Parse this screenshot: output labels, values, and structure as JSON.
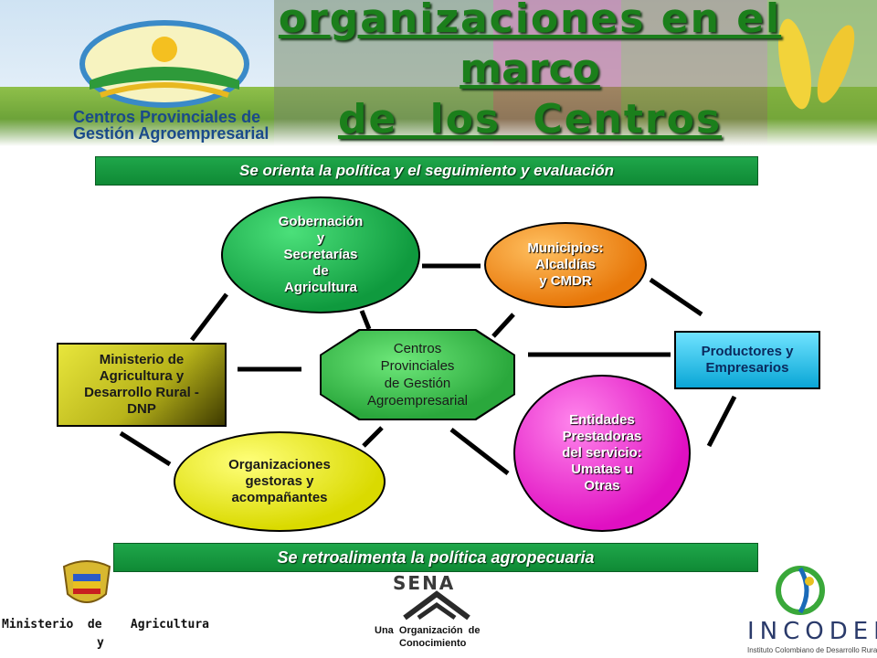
{
  "title": {
    "line1": "organizaciones  en  el",
    "line2": "marco",
    "line3": "de  los  Centros"
  },
  "logo": {
    "line1": "Centros Provinciales de",
    "line2": "Gestión Agroempresarial"
  },
  "top_bar": "Se orienta la política y el seguimiento y evaluación",
  "bottom_bar": "Se retroalimenta la política agropecuaria",
  "nodes": {
    "ministerio": [
      "Ministerio de",
      "Agricultura y",
      "Desarrollo Rural -",
      "DNP"
    ],
    "gobernacion": [
      "Gobernación",
      "y",
      "Secretarías",
      "de",
      "Agricultura"
    ],
    "municipios": [
      "Municipios:",
      "Alcaldías",
      "y CMDR"
    ],
    "productores": [
      "Productores y",
      "Empresarios"
    ],
    "centros": [
      "Centros",
      "Provinciales",
      "de Gestión",
      "Agroempresarial"
    ],
    "entidades": [
      "Entidades",
      "Prestadoras",
      "del servicio:",
      "Umatas u",
      "Otras"
    ],
    "organizaciones": [
      "Organizaciones",
      "gestoras y",
      "acompañantes"
    ]
  },
  "footer": {
    "ministerio_left": "Ministerio  de    Agricultura",
    "ministerio_y": "y",
    "sena": "SENA",
    "sena_tag1": "Una  Organización  de",
    "sena_tag2": "Conocimiento",
    "incoder": "INCODER",
    "incoder_sub": "Instituto Colombiano de Desarrollo Rural"
  },
  "colors": {
    "title": "#1b7f1b",
    "bar": "#0f8a35",
    "gobernacion": "#0f9a3e",
    "municipios": "#e8780a",
    "entidades": "#e010c2",
    "organizaciones": "#dada00",
    "productores": "#0aa6d6",
    "ministerio": "#b8b41a"
  }
}
